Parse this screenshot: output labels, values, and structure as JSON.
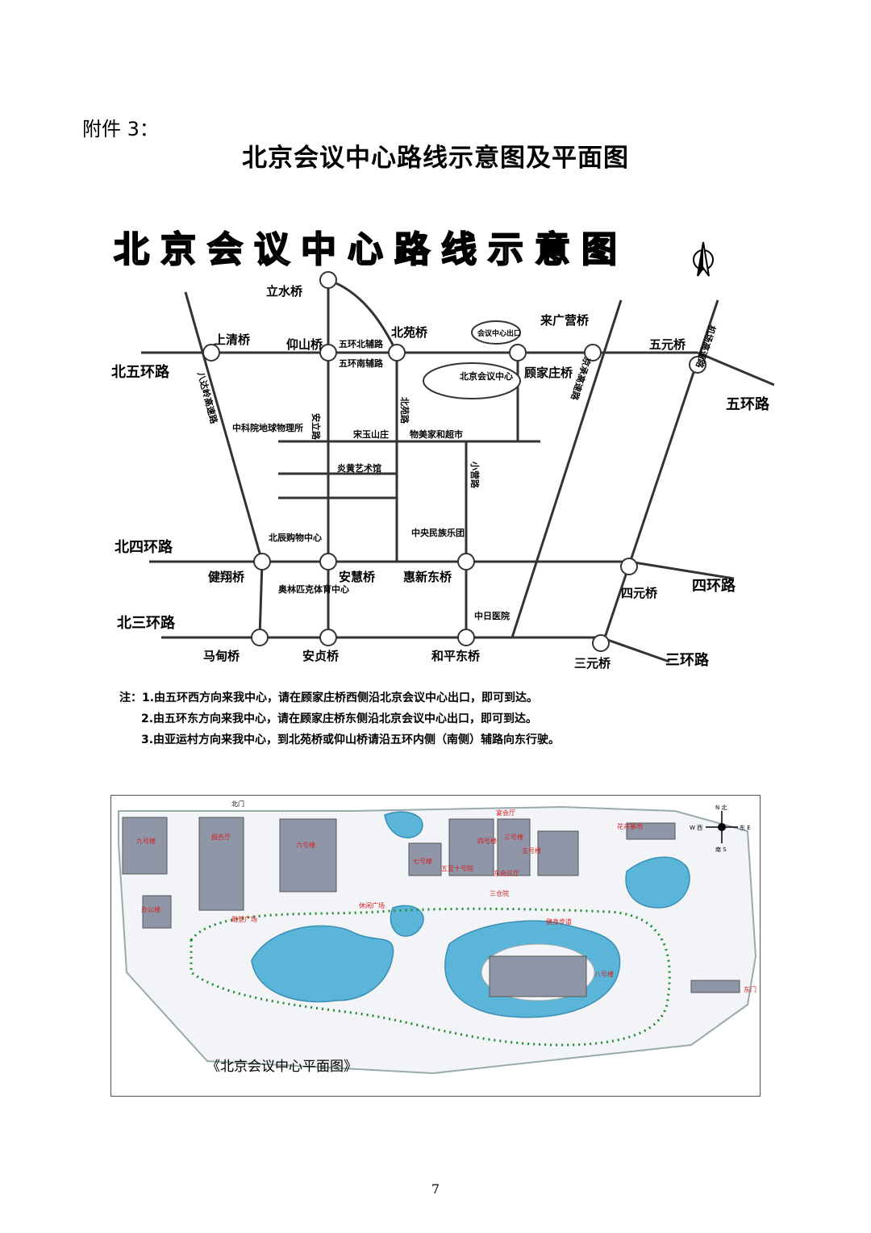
{
  "header": {
    "attachment": "附件 3：",
    "title": "北京会议中心路线示意图及平面图"
  },
  "route_map": {
    "title": "北京会议中心路线示意图",
    "north_icon": "north-arrow-icon",
    "ring_roads": {
      "r5w": "北五环路",
      "r5e": "五环路",
      "r4w": "北四环路",
      "r4e": "四环路",
      "r3w": "北三环路",
      "r3e": "三环路"
    },
    "bridges": {
      "lishui": "立水桥",
      "shangqing": "上清桥",
      "yangshan": "仰山桥",
      "beiyuan": "北苑桥",
      "laiguangying": "来广营桥",
      "wuyuan": "五元桥",
      "gujiazhuang": "顾家庄桥",
      "jianxiang": "健翔桥",
      "anhui": "安慧桥",
      "huixindong": "惠新东桥",
      "siyuan": "四元桥",
      "madian": "马甸桥",
      "anzhen": "安贞桥",
      "hepingdong": "和平东桥",
      "sanyuan": "三元桥"
    },
    "landmarks": {
      "center": "北京会议中心",
      "exit": "会议中心出口",
      "geophysics": "中科院地球物理所",
      "songyu": "宋玉山庄",
      "wumei": "物美家和超市",
      "yanhuang": "炎黄艺术馆",
      "minzu": "中央民族乐团",
      "beichen": "北辰购物中心",
      "olympic": "奥林匹克体育中心",
      "zhongri": "中日医院"
    },
    "roads": {
      "badaling": "八达岭高速路",
      "anli": "安立路",
      "beiyuan_rd": "北苑路",
      "xiaoying": "小营路",
      "jingcheng": "京承高速路",
      "jichang": "机场高速路",
      "wuhuan_fu": "五环北辅路",
      "wuhuan_nan": "五环南辅路"
    },
    "notes": [
      "注：1.由五环西方向来我中心，请在顾家庄桥西侧沿北京会议中心出口，即可到达。",
      "2.由五环东方向来我中心，请在顾家庄桥东侧沿北京会议中心出口，即可到达。",
      "3.由亚运村方向来我中心，到北苑桥或仰山桥请沿五环内侧（南侧）辅路向东行驶。"
    ]
  },
  "plan_map": {
    "caption": "《北京会议中心平面图》",
    "compass": {
      "n": "N 北",
      "s": "南 S",
      "w": "W 西",
      "e": "东 E"
    },
    "labels": {
      "north_gate": "北门",
      "east_gate": "东门",
      "b9": "九号楼",
      "report_hall": "报告厅",
      "b6": "六号楼",
      "b7": "七号楼",
      "b4": "四号楼",
      "b3": "三号楼",
      "b5": "五号楼",
      "b8": "八号楼",
      "b5_10": "五至十号院",
      "east_hall": "东会议厅",
      "sancang": "三仓院",
      "office": "办公楼",
      "guest_hall": "宴会厅",
      "garden": "花卉基地",
      "rest_square": "休闲广场",
      "fitness": "健身步道",
      "plaza": "雕塑广场"
    }
  },
  "page": {
    "number": "7"
  },
  "colors": {
    "water": "#5bb5d8",
    "path": "#1f8a2e",
    "building": "#8f96a8",
    "red_label": "#d42020"
  }
}
